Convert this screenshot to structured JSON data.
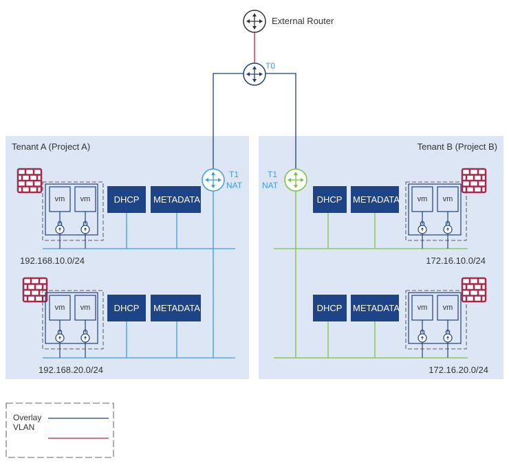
{
  "external_router": {
    "label": "External Router"
  },
  "t0": {
    "label": "T0"
  },
  "tenant_a": {
    "title": "Tenant A (Project A)",
    "t1_label": "T1",
    "nat_label": "NAT",
    "segments": [
      {
        "cidr": "192.168.10.0/24",
        "vm_labels": [
          "vm",
          "vm"
        ],
        "dhcp_label": "DHCP",
        "metadata_label": "METADATA"
      },
      {
        "cidr": "192.168.20.0/24",
        "vm_labels": [
          "vm",
          "vm"
        ],
        "dhcp_label": "DHCP",
        "metadata_label": "METADATA"
      }
    ]
  },
  "tenant_b": {
    "title": "Tenant B (Project B)",
    "t1_label": "T1",
    "nat_label": "NAT",
    "segments": [
      {
        "cidr": "172.16.10.0/24",
        "vm_labels": [
          "vm",
          "vm"
        ],
        "dhcp_label": "DHCP",
        "metadata_label": "METADATA"
      },
      {
        "cidr": "172.16.20.0/24",
        "vm_labels": [
          "vm",
          "vm"
        ],
        "dhcp_label": "DHCP",
        "metadata_label": "METADATA"
      }
    ]
  },
  "legend": {
    "overlay_label": "Overlay",
    "vlan_label": "VLAN"
  },
  "colors": {
    "tenant_bg": "#dce6f4",
    "overlay": "#1f3f7a",
    "vlan": "#b52742",
    "tenant_a_t1": "#3d9ddc",
    "tenant_b_t1": "#7cc242",
    "service_box": "#1e4488",
    "firewall": "#a6294a",
    "vm_border": "#1f3f7a",
    "text": "#333333"
  },
  "icons": {
    "router": "router-icon",
    "firewall": "firewall-icon",
    "lock": "lock-icon"
  }
}
